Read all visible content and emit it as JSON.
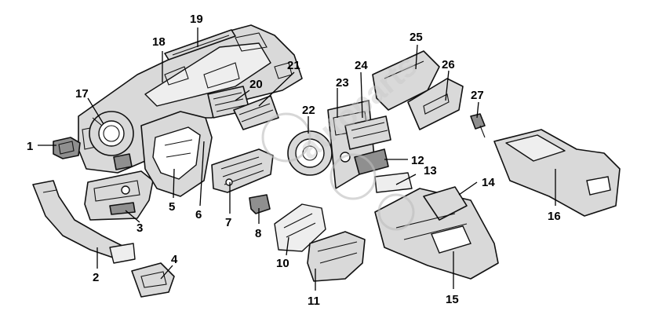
{
  "diagram": {
    "watermark_text": "autoparts",
    "callouts": [
      {
        "id": "c1",
        "label": "1"
      },
      {
        "id": "c2",
        "label": "2"
      },
      {
        "id": "c3",
        "label": "3"
      },
      {
        "id": "c4",
        "label": "4"
      },
      {
        "id": "c5",
        "label": "5"
      },
      {
        "id": "c6",
        "label": "6"
      },
      {
        "id": "c7",
        "label": "7"
      },
      {
        "id": "c8",
        "label": "8"
      },
      {
        "id": "c10",
        "label": "10"
      },
      {
        "id": "c11",
        "label": "11"
      },
      {
        "id": "c12",
        "label": "12"
      },
      {
        "id": "c13",
        "label": "13"
      },
      {
        "id": "c14",
        "label": "14"
      },
      {
        "id": "c15",
        "label": "15"
      },
      {
        "id": "c16",
        "label": "16"
      },
      {
        "id": "c17",
        "label": "17"
      },
      {
        "id": "c18",
        "label": "18"
      },
      {
        "id": "c19",
        "label": "19"
      },
      {
        "id": "c20",
        "label": "20"
      },
      {
        "id": "c21",
        "label": "21"
      },
      {
        "id": "c22",
        "label": "22"
      },
      {
        "id": "c23",
        "label": "23"
      },
      {
        "id": "c24",
        "label": "24"
      },
      {
        "id": "c25",
        "label": "25"
      },
      {
        "id": "c26",
        "label": "26"
      },
      {
        "id": "c27",
        "label": "27"
      }
    ]
  }
}
